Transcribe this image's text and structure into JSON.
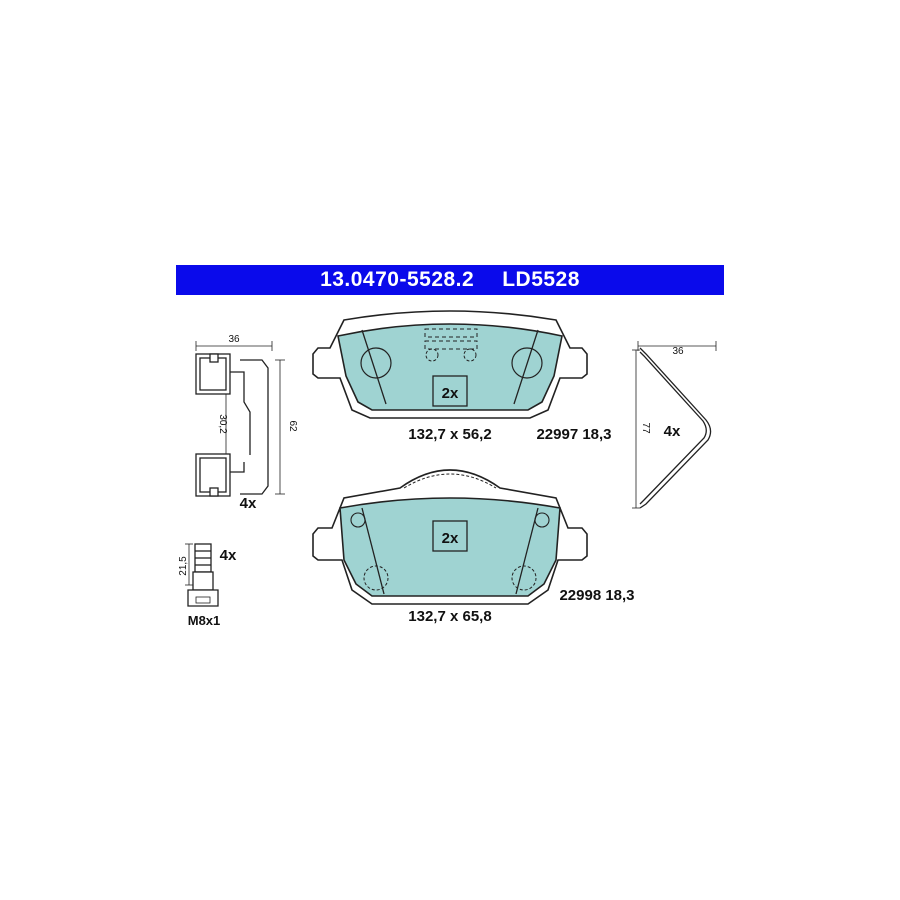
{
  "header": {
    "part_number": "13.0470-5528.2",
    "ref_code": "LD5528"
  },
  "upper_pad": {
    "qty": "2x",
    "size": "132,7 x 56,2",
    "ref": "22997 18,3"
  },
  "lower_pad": {
    "qty": "2x",
    "size": "132,7 x 65,8",
    "ref": "22998 18,3"
  },
  "clip": {
    "width": "36",
    "inner": "30,2",
    "height": "62",
    "qty": "4x"
  },
  "spring": {
    "width": "36",
    "height": "77",
    "qty": "4x"
  },
  "bolt": {
    "length": "21,5",
    "thread": "M8x1",
    "qty": "4x"
  },
  "colors": {
    "banner": "#0a0aeb",
    "pad_fill": "#9fd3d2",
    "outline": "#222222"
  }
}
